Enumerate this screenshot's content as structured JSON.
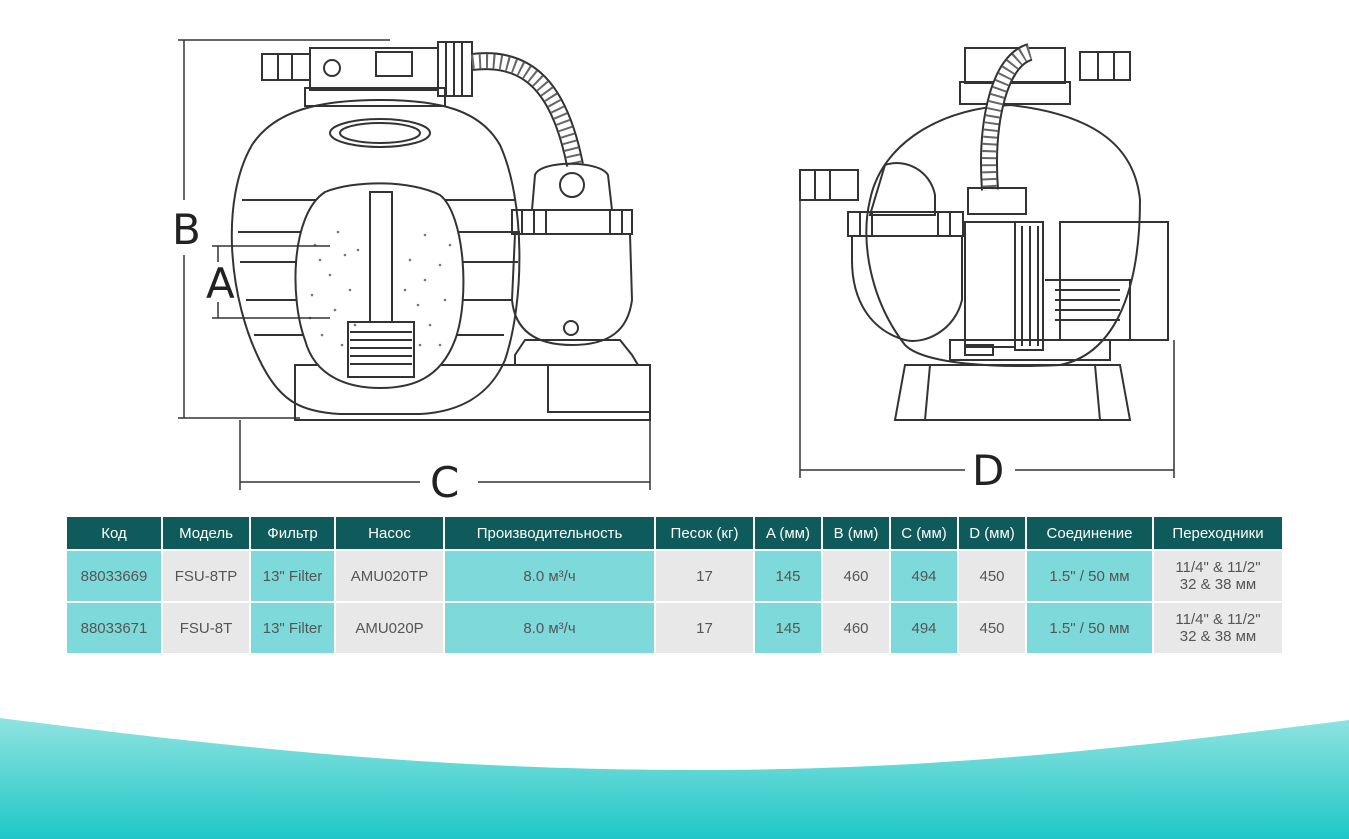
{
  "drawing": {
    "dimension_labels": {
      "a": "A",
      "b": "B",
      "c": "C",
      "d": "D"
    }
  },
  "table": {
    "headers": [
      "Код",
      "Модель",
      "Фильтр",
      "Насос",
      "Производительность",
      "Песок (кг)",
      "A (мм)",
      "B (мм)",
      "C (мм)",
      "D (мм)",
      "Соединение",
      "Переходники"
    ],
    "rows": [
      {
        "code": "88033669",
        "model": "FSU-8TP",
        "filter": "13\" Filter",
        "pump": "AMU020TP",
        "flow": "8.0 м³/ч",
        "sand": "17",
        "a": "145",
        "b": "460",
        "c": "494",
        "d": "450",
        "connection": "1.5\" / 50 мм",
        "adapters_line1": "11/4\" & 11/2\"",
        "adapters_line2": "32 & 38 мм"
      },
      {
        "code": "88033671",
        "model": "FSU-8T",
        "filter": "13\" Filter",
        "pump": "AMU020P",
        "flow": "8.0 м³/ч",
        "sand": "17",
        "a": "145",
        "b": "460",
        "c": "494",
        "d": "450",
        "connection": "1.5\" / 50 мм",
        "adapters_line1": "11/4\" & 11/2\"",
        "adapters_line2": "32 & 38 мм"
      }
    ]
  },
  "colors": {
    "header_bg": "#0f5b5b",
    "teal_cell": "#7edada",
    "gray_cell": "#e8e8e8",
    "wave_light": "#8fe3e0",
    "wave_dark": "#1ec7c7"
  }
}
